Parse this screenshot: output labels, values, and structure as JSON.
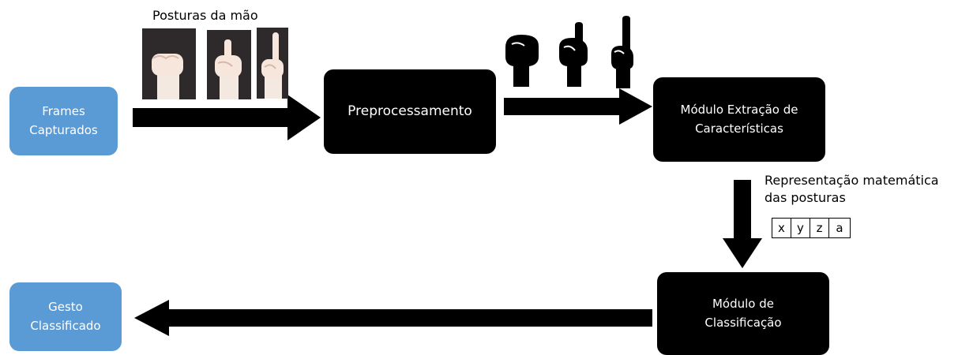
{
  "colors": {
    "input_box": "#5b9bd5",
    "process_box": "#000000",
    "arrow": "#000000",
    "text_light": "#ffffff"
  },
  "nodes": {
    "frames": "Frames\nCapturados",
    "preproc": "Preprocessamento",
    "extraction": "Módulo Extração de\nCaracterísticas",
    "classification": "Módulo de\nClassificação",
    "result": "Gesto\nClassificado"
  },
  "labels": {
    "hand_postures": "Posturas da mão",
    "math_repr": "Representação matemática\ndas posturas"
  },
  "vector": [
    "x",
    "y",
    "z",
    "a"
  ],
  "icons": {
    "raw_hands": [
      "fist-hand-photo",
      "thumb-index-hand-photo",
      "index-finger-hand-photo"
    ],
    "processed_hands": [
      "fist-silhouette-icon",
      "thumb-index-silhouette-icon",
      "index-finger-silhouette-icon"
    ]
  }
}
